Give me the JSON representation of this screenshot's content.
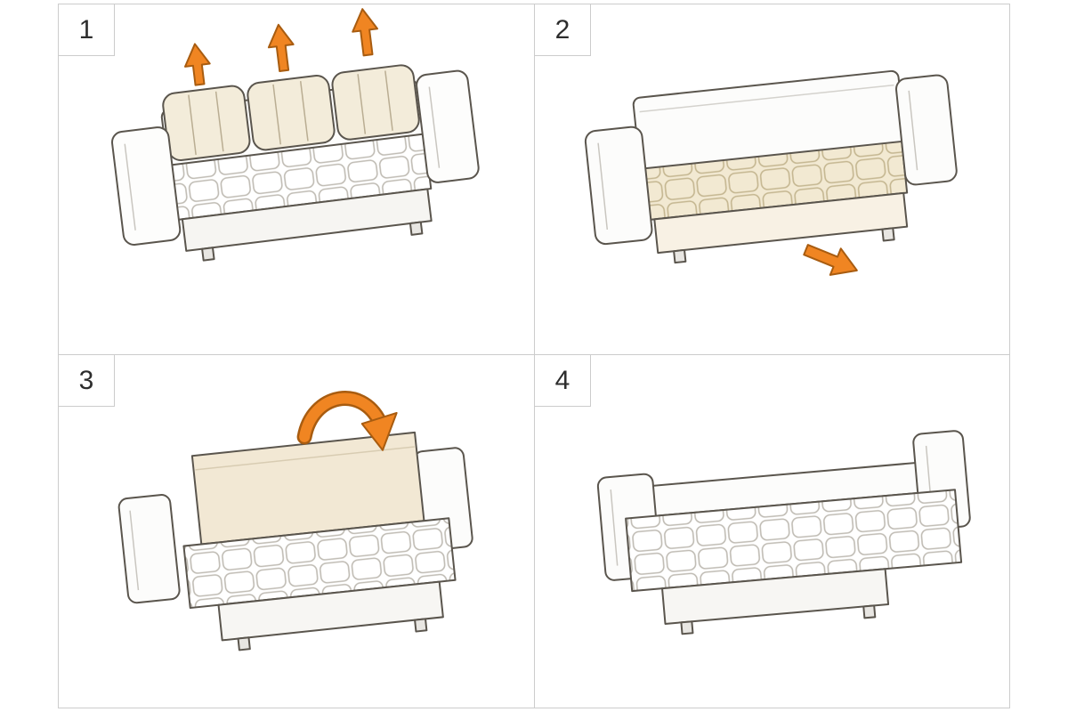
{
  "page": {
    "background": "#ffffff",
    "grid_color": "#cccccc",
    "title_visible_text": ""
  },
  "colors": {
    "accent_orange": "#f08522",
    "arrow_outline": "#a85c10",
    "cushion_cream": "#f3ecda",
    "cushion_tuft": "#b9ad92",
    "sofa_line": "#5a554d",
    "quilt_line_white": "#bfbbb3",
    "quilt_line_cream": "#c4b690"
  },
  "steps": [
    {
      "number": "1",
      "name": "remove-back-cushions",
      "arrow": "three-up-arrows"
    },
    {
      "number": "2",
      "name": "pull-out-base",
      "arrow": "down-right-arrow"
    },
    {
      "number": "3",
      "name": "fold-backrest-down",
      "arrow": "curved-fold-arrow"
    },
    {
      "number": "4",
      "name": "bed-ready-flat",
      "arrow": "none"
    }
  ]
}
